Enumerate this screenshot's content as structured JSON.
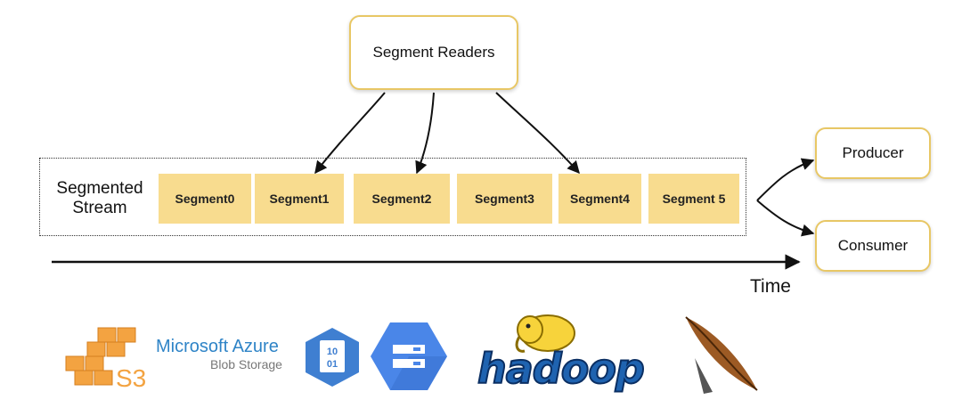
{
  "readers": {
    "label": "Segment Readers"
  },
  "stream": {
    "label": "Segmented\nStream",
    "segments": [
      "Segment0",
      "Segment1",
      "Segment2",
      "Segment3",
      "Segment4",
      "Segment 5"
    ]
  },
  "producer": {
    "label": "Producer"
  },
  "consumer": {
    "label": "Consumer"
  },
  "timeline": {
    "label": "Time"
  },
  "logos": {
    "s3": {
      "text": "S3",
      "icon": "aws-s3-icon"
    },
    "azure": {
      "title": "Microsoft Azure",
      "subtitle": "Blob Storage"
    },
    "hdfs_icon": {
      "text": "10\n01",
      "icon": "storage-binary-icon"
    },
    "gcs": {
      "icon": "google-cloud-storage-icon"
    },
    "hadoop": {
      "text": "hadoop",
      "icon": "hadoop-elephant-icon"
    },
    "feather": {
      "icon": "feather-quill-icon"
    }
  },
  "colors": {
    "accent": "#e8c765",
    "segment_fill": "#f8dc8f"
  }
}
